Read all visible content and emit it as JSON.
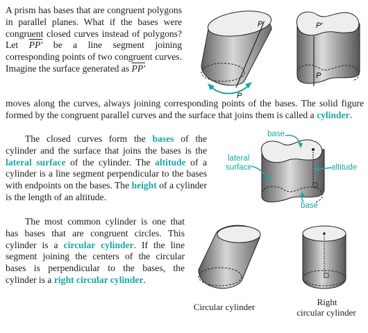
{
  "text": {
    "p1_a": "A prism has bases that are congruent polygons in parallel planes. What if the bases were congruent closed curves instead of polygons? Let ",
    "seg": "PP′",
    "p1_b": " be a line segment joining corresponding points of two congruent curves. Imagine the surface generated as ",
    "p1_c": " moves along the curves, always joining corresponding points of the bases. The solid figure formed by the congruent parallel curves and the surface that joins them is called a ",
    "cylinder": "cylinder",
    "p2_a": "The closed curves form the ",
    "bases": "bases",
    "p2_b": " of the cylinder and the surface that joins the bases is the ",
    "lateral_surface": "lateral surface",
    "p2_c": " of the cylinder. The ",
    "altitude": "altitude",
    "p2_d": " of a cylinder is a line segment perpendicular to the bases with endpoints on the bases. The ",
    "height": "height",
    "p2_e": " of a cylinder is the length of an altitude.",
    "p3_a": "The most common cylinder is one that has bases that are congruent circles. This cylinder is a ",
    "circular_cylinder": "circular cylinder",
    "p3_b": ". If the line segment joining the centers of the circular bases is perpendicular to the bases, the cylinder is a ",
    "right_circular_cylinder": "right circular cylinder",
    "p3_c": "."
  },
  "figures": {
    "label_p_prime": "P′",
    "label_p": "P",
    "label_base": "base",
    "label_lateral_1": "lateral",
    "label_lateral_2": "surface",
    "label_altitude": "altitude",
    "caption_circular": "Circular cylinder",
    "caption_right_1": "Right",
    "caption_right_2": "circular cylinder"
  },
  "colors": {
    "accent": "#1aa6a6",
    "shade_dark": "#5a5a5a",
    "shade_light": "#e6e6e6"
  }
}
